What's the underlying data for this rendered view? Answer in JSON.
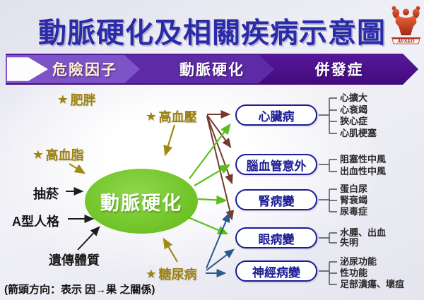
{
  "title": "動脈硬化及相關疾病示意圖",
  "logo": {
    "text": "AVSEO"
  },
  "icons": {
    "star": "★"
  },
  "banner": {
    "stages": [
      {
        "label": "危險因子"
      },
      {
        "label": "動脈硬化"
      },
      {
        "label": "併發症"
      }
    ]
  },
  "risk_factors": {
    "starred": [
      {
        "label": "肥胖"
      },
      {
        "label": "高血脂"
      },
      {
        "label": "高血壓"
      },
      {
        "label": "糖尿病"
      }
    ],
    "plain": [
      {
        "label": "抽菸"
      },
      {
        "label": "A型人格"
      },
      {
        "label": "遺傳體質"
      }
    ]
  },
  "center": {
    "label": "動脈硬化"
  },
  "diseases": [
    {
      "label": "心臟病",
      "complications": [
        "心擴大",
        "心衰竭",
        "狹心症",
        "心肌梗塞"
      ]
    },
    {
      "label": "腦血管意外",
      "complications": [
        "阻塞性中風",
        "出血性中風"
      ]
    },
    {
      "label": "腎病變",
      "complications": [
        "蛋白尿",
        "腎衰竭",
        "尿毒症"
      ]
    },
    {
      "label": "眼病變",
      "complications": [
        "水腫、出血",
        "失明"
      ]
    },
    {
      "label": "神經病變",
      "complications": [
        "泌尿功能",
        "性功能",
        "足部潰瘍、壞疽"
      ]
    }
  ],
  "relationships": [
    {
      "from": "抽菸",
      "to": "動脈硬化"
    },
    {
      "from": "A型人格",
      "to": "動脈硬化"
    },
    {
      "from": "遺傳體質",
      "to": "動脈硬化"
    },
    {
      "from": "高血脂",
      "to": "動脈硬化"
    },
    {
      "from": "高血壓",
      "to": "動脈硬化"
    },
    {
      "from": "糖尿病",
      "to": "動脈硬化"
    },
    {
      "from": "高血壓",
      "to": "心臟病"
    },
    {
      "from": "高血壓",
      "to": "腦血管意外"
    },
    {
      "from": "高血壓",
      "to": "腎病變"
    },
    {
      "from": "高血壓",
      "to": "眼病變"
    },
    {
      "from": "動脈硬化",
      "to": "心臟病"
    },
    {
      "from": "動脈硬化",
      "to": "腦血管意外"
    },
    {
      "from": "動脈硬化",
      "to": "腎病變"
    },
    {
      "from": "動脈硬化",
      "to": "眼病變"
    },
    {
      "from": "糖尿病",
      "to": "腎病變"
    },
    {
      "from": "糖尿病",
      "to": "眼病變"
    },
    {
      "from": "糖尿病",
      "to": "神經病變"
    }
  ],
  "footnote": "(箭頭方向：表示 因→果 之關係)",
  "colors": {
    "title_navy": "#2b2ba8",
    "banner_purple_dark": "#430a7c",
    "banner_purple_light": "#7d54c8",
    "risk_gold": "#9c8316",
    "ellipse_green": "#6cc122",
    "box_navy": "#1c1c94",
    "arrow_black": "#1d1d1d",
    "arrow_gold": "#a08a10",
    "arrow_maroon": "#743a32",
    "arrow_green": "#5cbd1d",
    "arrow_blue": "#28598f"
  }
}
